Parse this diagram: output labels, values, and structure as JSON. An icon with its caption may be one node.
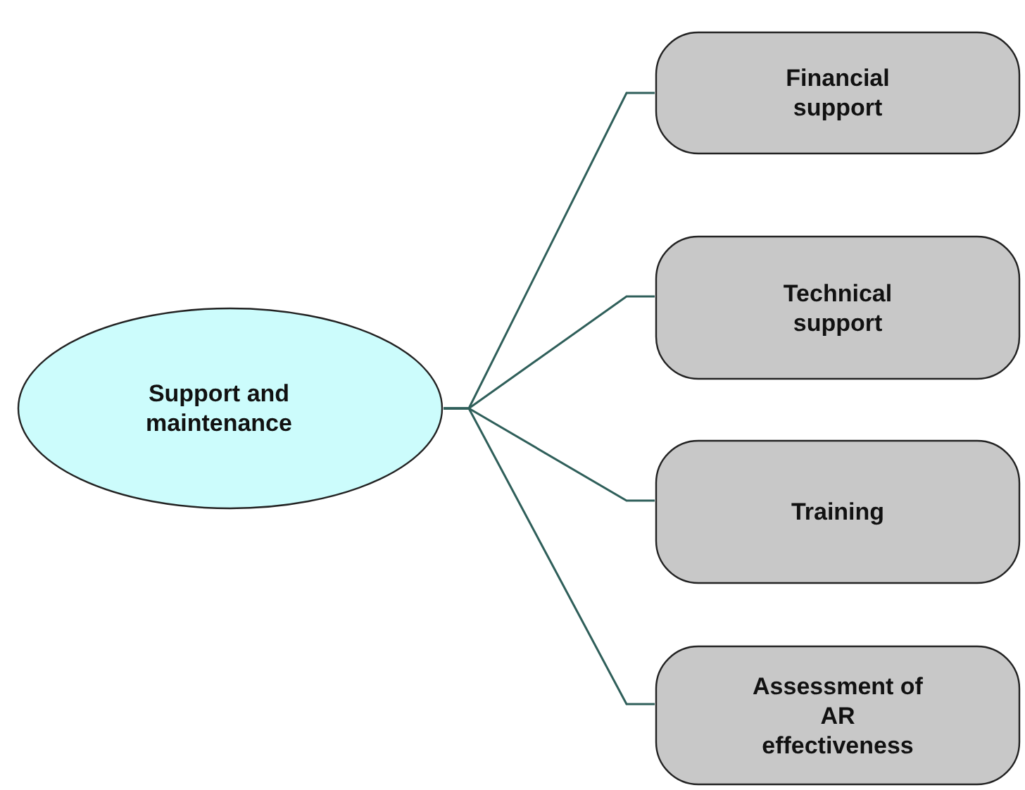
{
  "diagram": {
    "nodes": [
      {
        "text": [
          "Support and maintenance"
        ]
      },
      {
        "text": [
          "Financial support"
        ]
      },
      {
        "text": [
          "Technical support"
        ]
      },
      {
        "text": [
          "Training"
        ]
      },
      {
        "text": [
          "Assessment of AR effectiveness"
        ]
      }
    ],
    "edges": [
      {
        "from": 0,
        "to": 1,
        "arrow": "none"
      },
      {
        "from": 0,
        "to": 2,
        "arrow": "none"
      },
      {
        "from": 0,
        "to": 3,
        "arrow": "none"
      },
      {
        "from": 0,
        "to": 4,
        "arrow": "none"
      }
    ]
  }
}
